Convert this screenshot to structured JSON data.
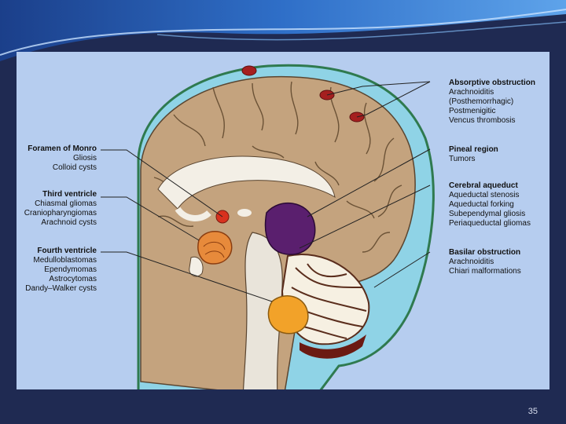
{
  "colors": {
    "background": "#1f2a52",
    "panel": "#b6cdef",
    "brain": "#c4a37e",
    "csf": "#8fd3e6",
    "membrane_outline": "#2f7a4f",
    "pineal_tumor": "#5a1f6e",
    "third_ventricle_tumor": "#e78a3b",
    "fourth_ventricle_tumor": "#f2a229",
    "granulation": "#a51f1f"
  },
  "labels": {
    "absorptive": {
      "title": "Absorptive obstruction",
      "items": [
        "Arachnoiditis",
        "(Posthemorrhagic)",
        "Postmenigitic",
        "Vencus thrombosis"
      ]
    },
    "foramen": {
      "title": "Foramen of Monro",
      "items": [
        "Gliosis",
        "Colloid cysts"
      ]
    },
    "pineal": {
      "title": "Pineal region",
      "items": [
        "Tumors"
      ]
    },
    "third": {
      "title": "Third ventricle",
      "items": [
        "Chiasmal gliomas",
        "Craniopharyngiomas",
        "Arachnoid cysts"
      ]
    },
    "aqueduct": {
      "title": "Cerebral aqueduct",
      "items": [
        "Aqueductal stenosis",
        "Aqueductal forking",
        "Subependymal gliosis",
        "Periaqueductal gliomas"
      ]
    },
    "fourth": {
      "title": "Fourth ventricle",
      "items": [
        "Medulloblastomas",
        "Ependymomas",
        "Astrocytomas",
        "Dandy–Walker cysts"
      ]
    },
    "basilar": {
      "title": "Basilar obstruction",
      "items": [
        "Arachnoiditis",
        "Chiari malformations"
      ]
    }
  },
  "page_number": "35"
}
